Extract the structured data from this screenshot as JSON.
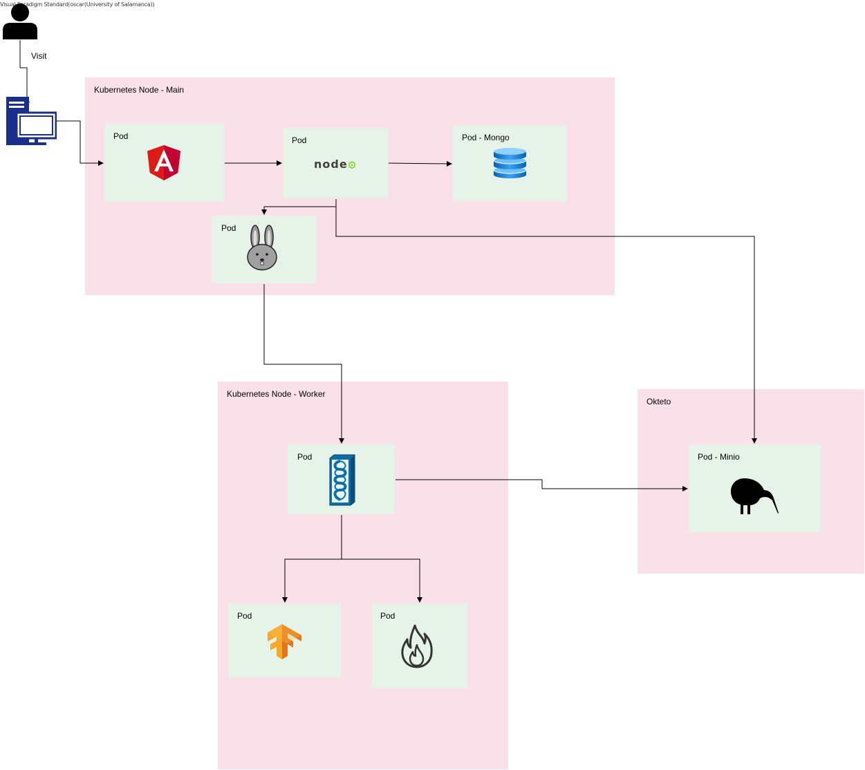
{
  "watermark": "Visual Paradigm Standard(oscar(University of Salamanca))",
  "user": {
    "edge_label": "Visit"
  },
  "nodes": {
    "main": {
      "label": "Kubernetes Node - Main"
    },
    "worker": {
      "label": "Kubernetes Node - Worker"
    },
    "okteto": {
      "label": "Okteto"
    }
  },
  "pods": {
    "angular": {
      "label": "Pod",
      "icon": "angular-icon"
    },
    "node": {
      "label": "Pod",
      "icon": "nodejs-icon"
    },
    "mongo": {
      "label": "Pod - Mongo",
      "icon": "database-icon"
    },
    "rabbit": {
      "label": "Pod",
      "icon": "rabbit-icon"
    },
    "jython": {
      "label": "Pod",
      "icon": "jython-icon"
    },
    "tensorflow": {
      "label": "Pod",
      "icon": "tensorflow-icon"
    },
    "flame": {
      "label": "Pod",
      "icon": "flame-icon"
    },
    "minio": {
      "label": "Pod - Minio",
      "icon": "kiwi-icon"
    }
  },
  "colors": {
    "node_fill": "#fae1e9",
    "pod_fill": "#e6f3e8",
    "navy": "#1a2f8a",
    "angular_red": "#dd1b16",
    "tf_orange": "#f39a1f"
  }
}
